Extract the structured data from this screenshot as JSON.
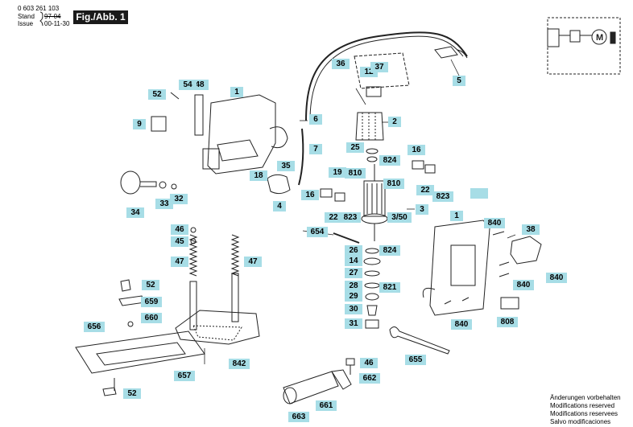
{
  "header": {
    "part_number": "0 603 261 103",
    "stand_label": "Stand",
    "stand_old_value": "97-04",
    "issue_label": "Issue",
    "issue_value": "00-11-30",
    "figure_label": "Fig./Abb. 1"
  },
  "callouts": {
    "c1a": "1",
    "c2": "2",
    "c3": "3",
    "c4": "4",
    "c5": "5",
    "c6": "6",
    "c7": "7",
    "c9": "9",
    "c12": "12",
    "c14": "14",
    "c16a": "16",
    "c16b": "16",
    "c18": "18",
    "c19": "19",
    "c22a": "22",
    "c22b": "22",
    "c25": "25",
    "c26": "26",
    "c27": "27",
    "c28": "28",
    "c29": "29",
    "c30": "30",
    "c31": "31",
    "c32": "32",
    "c33": "33",
    "c34": "34",
    "c35": "35",
    "c36": "36",
    "c37": "37",
    "c38": "38",
    "c45": "45",
    "c46a": "46",
    "c46b": "46",
    "c47a": "47",
    "c47b": "47",
    "c48": "48",
    "c52a": "52",
    "c52b": "52",
    "c52c": "52",
    "c54": "54",
    "c350": "3/50",
    "c654": "654",
    "c655": "655",
    "c656": "656",
    "c657": "657",
    "c659": "659",
    "c660": "660",
    "c661": "661",
    "c662": "662",
    "c663": "663",
    "c808": "808",
    "c810a": "810",
    "c810b": "810",
    "c821": "821",
    "c823a": "823",
    "c823b": "823",
    "c824a": "824",
    "c824b": "824",
    "c840a": "840",
    "c840b": "840",
    "c840c": "840",
    "c840d": "840",
    "c842": "842",
    "c1b": "1"
  },
  "footer": {
    "line1": "Änderungen vorbehalten",
    "line2": "Modifications reserved",
    "line3": "Modifications reservees",
    "line4": "Salvo modificaciones"
  },
  "colors": {
    "callout_fill": "#a7dde6",
    "figure_box": "#1a1a1a",
    "line_art": "#222222"
  },
  "icons": {
    "motor_symbol": "M"
  }
}
